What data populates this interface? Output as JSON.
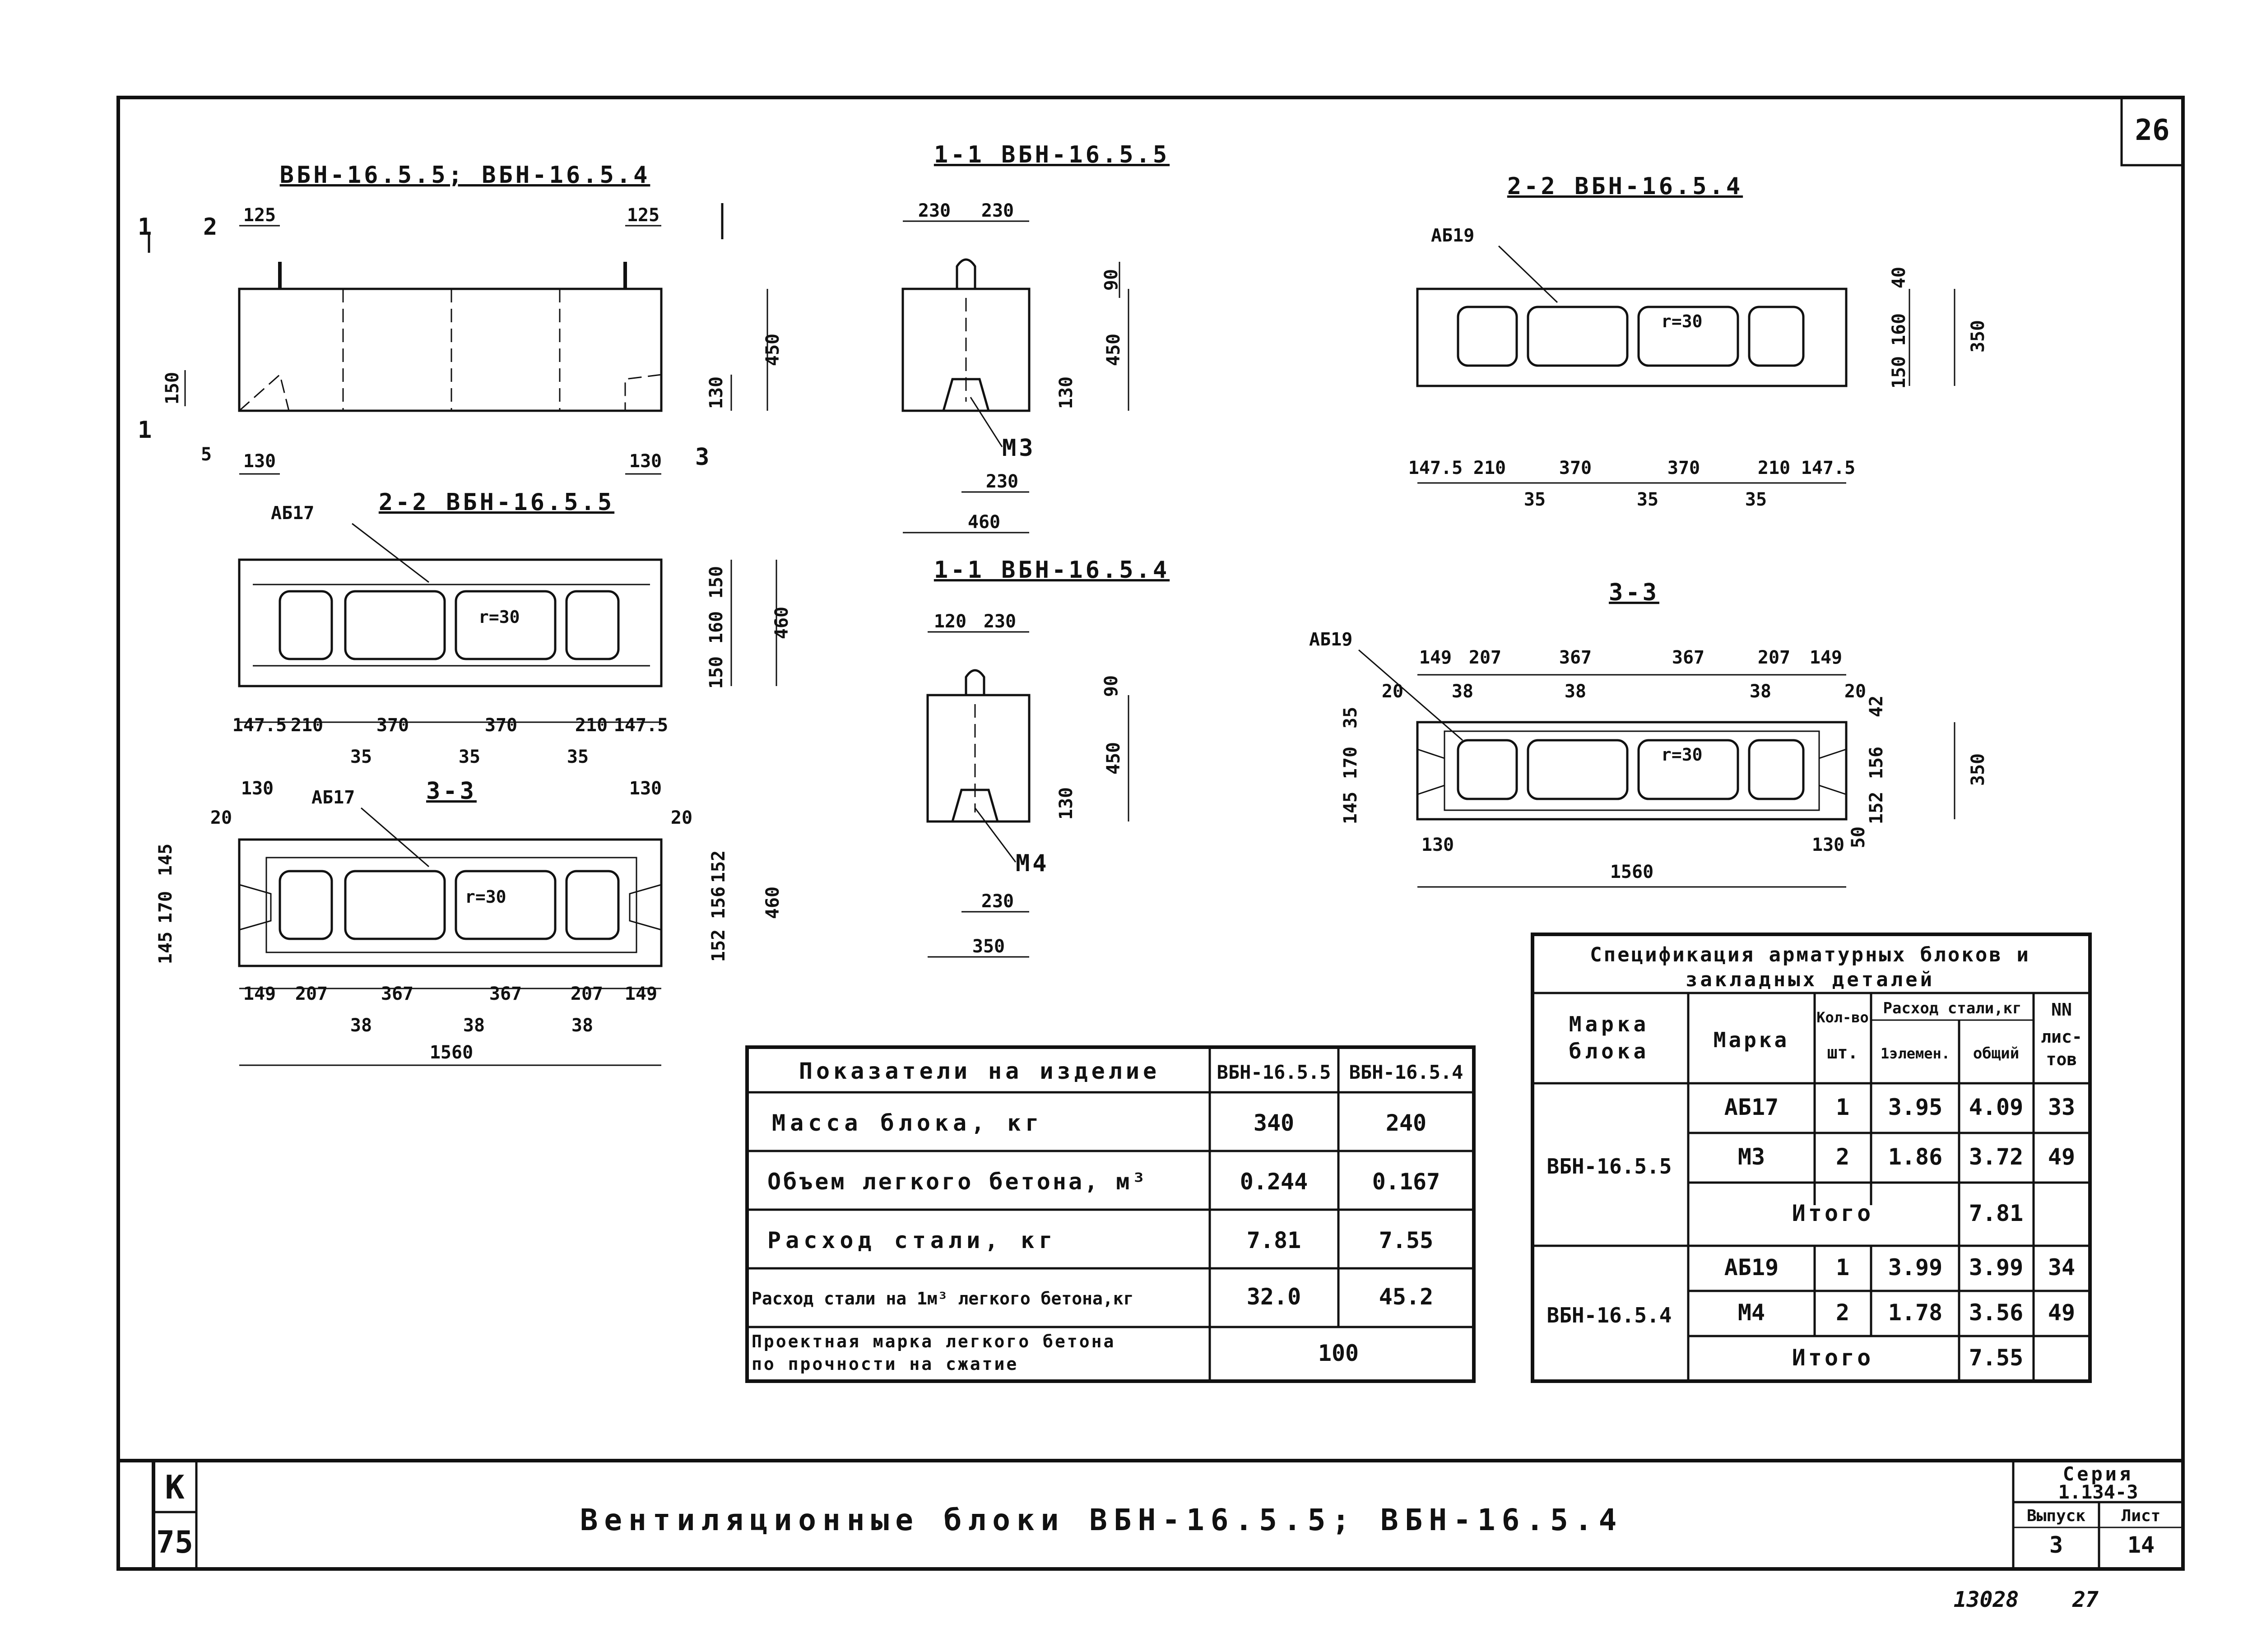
{
  "sheet_number": "26",
  "drawings": {
    "elev_title": "ВБН-16.5.5; ВБН-16.5.4",
    "sec11_55_title": "1-1 ВБН-16.5.5",
    "sec11_54_title": "1-1 ВБН-16.5.4",
    "sec22_55_title": "2-2 ВБН-16.5.5",
    "sec22_54_title": "2-2 ВБН-16.5.4",
    "sec33_55_title": "3-3",
    "sec33_54_title": "3-3",
    "cut_1": "1",
    "cut_2": "2",
    "cut_3": "3",
    "label_ab17": "АБ17",
    "label_ab19": "АБ19",
    "label_m3": "М3",
    "label_m4": "М4",
    "radius": "r=30",
    "dim_125": "125",
    "dim_130": "130",
    "dim_150": "150",
    "dim_450": "450",
    "dim_460": "460",
    "dim_350": "350",
    "dim_230": "230",
    "dim_120": "120",
    "dim_90": "90",
    "dim_160": "160",
    "dim_40": "40",
    "dim_1475": "147.5",
    "dim_210": "210",
    "dim_370": "370",
    "dim_35": "35",
    "dim_149": "149",
    "dim_207": "207",
    "dim_367": "367",
    "dim_38": "38",
    "dim_1560": "1560",
    "dim_20": "20",
    "dim_145": "145",
    "dim_170": "170",
    "dim_152": "152",
    "dim_156": "156",
    "dim_42": "42",
    "dim_50": "50",
    "dim_5": "5"
  },
  "indicators_table": {
    "header": [
      "Показатели на изделие",
      "ВБН-16.5.5",
      "ВБН-16.5.4"
    ],
    "rows": [
      {
        "name": "Масса блока, кг",
        "v55": "340",
        "v54": "240"
      },
      {
        "name": "Объем легкого бетона, м³",
        "v55": "0.244",
        "v54": "0.167"
      },
      {
        "name": "Расход стали, кг",
        "v55": "7.81",
        "v54": "7.55"
      },
      {
        "name": "Расход стали на 1м³ легкого бетона,кг",
        "v55": "32.0",
        "v54": "45.2"
      }
    ],
    "last_row_name_1": "Проектная марка легкого бетона",
    "last_row_name_2": "по прочности на сжатие",
    "last_row_value": "100"
  },
  "spec_table": {
    "title_1": "Спецификация арматурных блоков и",
    "title_2": "закладных деталей",
    "h_block": "Марка блока",
    "h_block_1": "Марка",
    "h_block_2": "блока",
    "h_mark": "Марка",
    "h_qty_1": "Кол-во",
    "h_qty_2": "шт.",
    "h_steel": "Расход стали,кг",
    "h_one": "1элемен.",
    "h_total": "общий",
    "h_sheets_1": "NN",
    "h_sheets_2": "лис-",
    "h_sheets_3": "тов",
    "groups": [
      {
        "block": "ВБН-16.5.5",
        "rows": [
          {
            "mark": "АБ17",
            "qty": "1",
            "one": "3.95",
            "total": "4.09",
            "sheet": "33"
          },
          {
            "mark": "М3",
            "qty": "2",
            "one": "1.86",
            "total": "3.72",
            "sheet": "49"
          }
        ],
        "itogo_label": "Итого",
        "itogo": "7.81"
      },
      {
        "block": "ВБН-16.5.4",
        "rows": [
          {
            "mark": "АБ19",
            "qty": "1",
            "one": "3.99",
            "total": "3.99",
            "sheet": "34"
          },
          {
            "mark": "М4",
            "qty": "2",
            "one": "1.78",
            "total": "3.56",
            "sheet": "49"
          }
        ],
        "itogo_label": "Итого",
        "itogo": "7.55"
      }
    ]
  },
  "title_block": {
    "k_letter": "К",
    "k_number": "75",
    "title": "Вентиляционные блоки ВБН-16.5.5; ВБН-16.5.4",
    "series_label": "Серия",
    "series_value": "1.134-3",
    "issue_label": "Выпуск",
    "issue_value": "3",
    "sheet_label": "Лист",
    "sheet_value": "14"
  },
  "footer_numbers": {
    "left": "13028",
    "right": "27"
  }
}
